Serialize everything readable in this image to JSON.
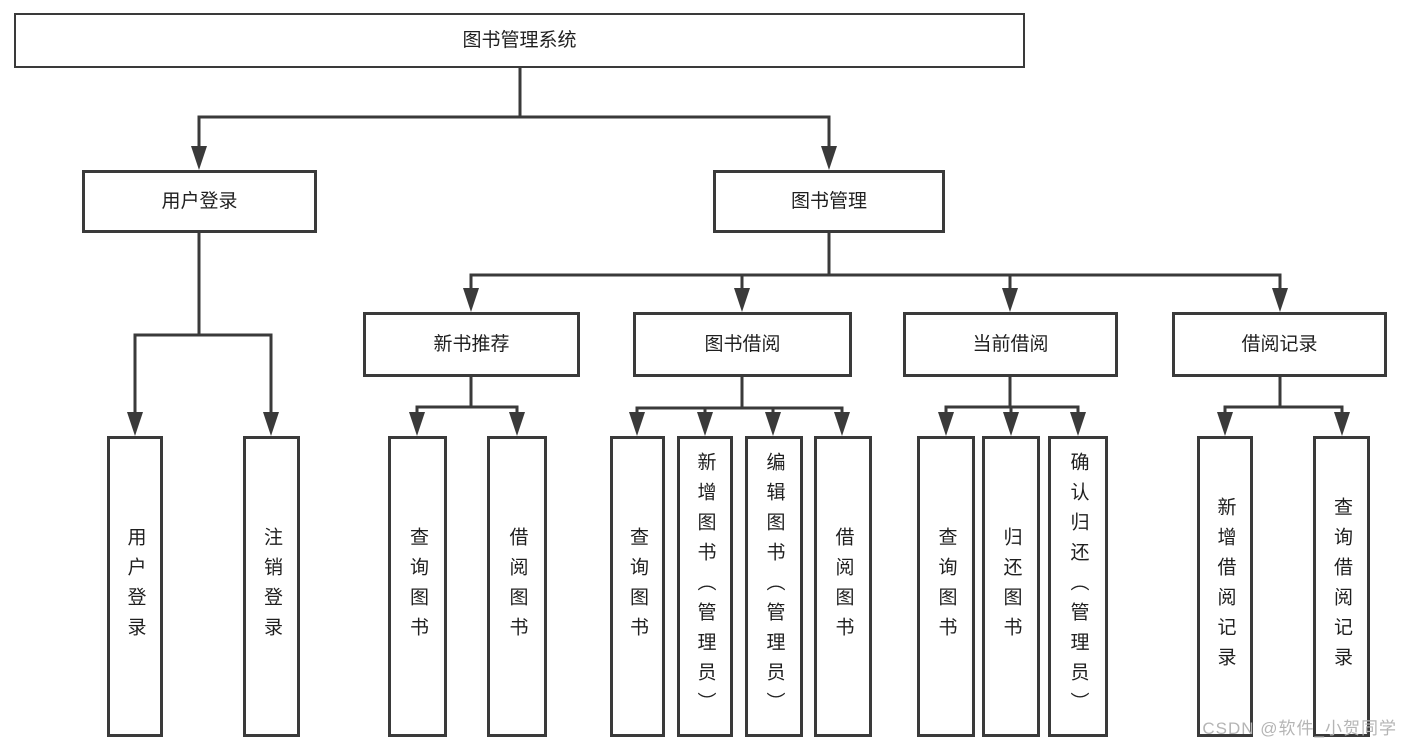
{
  "diagram_type": "tree",
  "root": {
    "id": "library-system",
    "label": "图书管理系统"
  },
  "level2": [
    {
      "id": "user-login",
      "label": "用户登录",
      "parent": "library-system"
    },
    {
      "id": "book-management",
      "label": "图书管理",
      "parent": "library-system"
    }
  ],
  "level3": [
    {
      "id": "new-book-recommend",
      "label": "新书推荐",
      "parent": "book-management"
    },
    {
      "id": "book-borrow",
      "label": "图书借阅",
      "parent": "book-management"
    },
    {
      "id": "current-borrow",
      "label": "当前借阅",
      "parent": "book-management"
    },
    {
      "id": "borrow-record",
      "label": "借阅记录",
      "parent": "book-management"
    }
  ],
  "leaves": [
    {
      "label": "用户登录",
      "parent": "user-login"
    },
    {
      "label": "注销登录",
      "parent": "user-login"
    },
    {
      "label": "查询图书",
      "parent": "new-book-recommend"
    },
    {
      "label": "借阅图书",
      "parent": "new-book-recommend"
    },
    {
      "label": "查询图书",
      "parent": "book-borrow"
    },
    {
      "label": "新增图书（管理员）",
      "parent": "book-borrow"
    },
    {
      "label": "编辑图书（管理员）",
      "parent": "book-borrow"
    },
    {
      "label": "借阅图书",
      "parent": "book-borrow"
    },
    {
      "label": "查询图书",
      "parent": "current-borrow"
    },
    {
      "label": "归还图书",
      "parent": "current-borrow"
    },
    {
      "label": "确认归还（管理员）",
      "parent": "current-borrow"
    },
    {
      "label": "新增借阅记录",
      "parent": "borrow-record"
    },
    {
      "label": "查询借阅记录",
      "parent": "borrow-record"
    }
  ],
  "watermark": "CSDN @软件_小贺同学",
  "colors": {
    "line": "#3a3a3a",
    "text": "#1f1f1f",
    "watermark": "#b5b5b5",
    "background": "#ffffff"
  }
}
